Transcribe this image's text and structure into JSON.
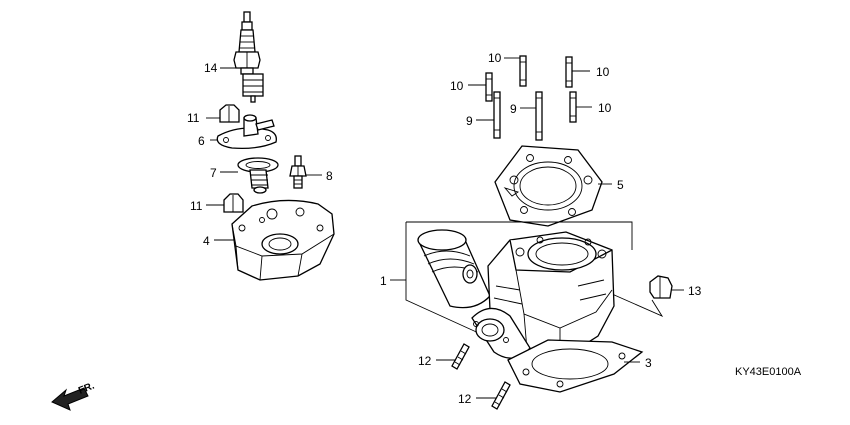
{
  "diagram": {
    "code": "KY43E0100A",
    "direction": "FR."
  },
  "callouts": [
    {
      "id": "c14",
      "label": "14"
    },
    {
      "id": "c11a",
      "label": "11"
    },
    {
      "id": "c6",
      "label": "6"
    },
    {
      "id": "c7",
      "label": "7"
    },
    {
      "id": "c8",
      "label": "8"
    },
    {
      "id": "c11b",
      "label": "11"
    },
    {
      "id": "c4",
      "label": "4"
    },
    {
      "id": "c10a",
      "label": "10"
    },
    {
      "id": "c10b",
      "label": "10"
    },
    {
      "id": "c10c",
      "label": "10"
    },
    {
      "id": "c10d",
      "label": "10"
    },
    {
      "id": "c9a",
      "label": "9"
    },
    {
      "id": "c9b",
      "label": "9"
    },
    {
      "id": "c5",
      "label": "5"
    },
    {
      "id": "c1",
      "label": "1"
    },
    {
      "id": "c13",
      "label": "13"
    },
    {
      "id": "c3",
      "label": "3"
    },
    {
      "id": "c12a",
      "label": "12"
    },
    {
      "id": "c12b",
      "label": "12"
    }
  ]
}
